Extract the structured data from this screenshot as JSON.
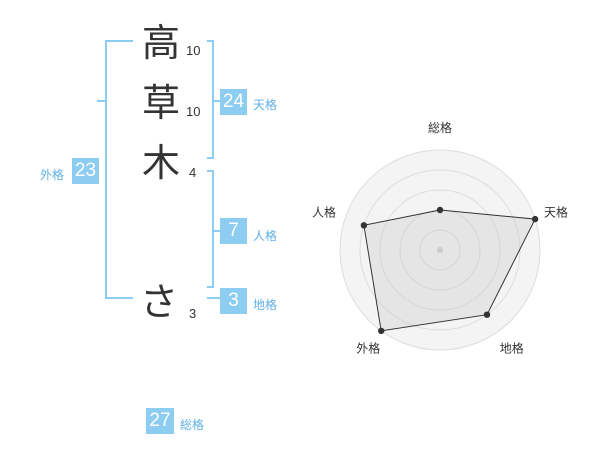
{
  "name": {
    "chars": [
      {
        "char": "高",
        "strokes": "10"
      },
      {
        "char": "草",
        "strokes": "10"
      },
      {
        "char": "木",
        "strokes": "4"
      },
      {
        "char": "さ",
        "strokes": "3"
      }
    ]
  },
  "kakusu": {
    "tenkaku": {
      "label": "天格",
      "value": "24"
    },
    "jinkaku": {
      "label": "人格",
      "value": "7"
    },
    "chikaku": {
      "label": "地格",
      "value": "3"
    },
    "gaikaku": {
      "label": "外格",
      "value": "23"
    },
    "soukaku": {
      "label": "総格",
      "value": "27"
    }
  },
  "colors": {
    "accent": "#8dcdf2",
    "bracket": "#8dcdf2",
    "label": "#5fb0e6"
  },
  "chart_data": {
    "type": "radar",
    "categories": [
      "総格",
      "天格",
      "地格",
      "外格",
      "人格"
    ],
    "values": [
      2,
      5,
      4,
      5,
      4
    ],
    "rmax": 5
  }
}
